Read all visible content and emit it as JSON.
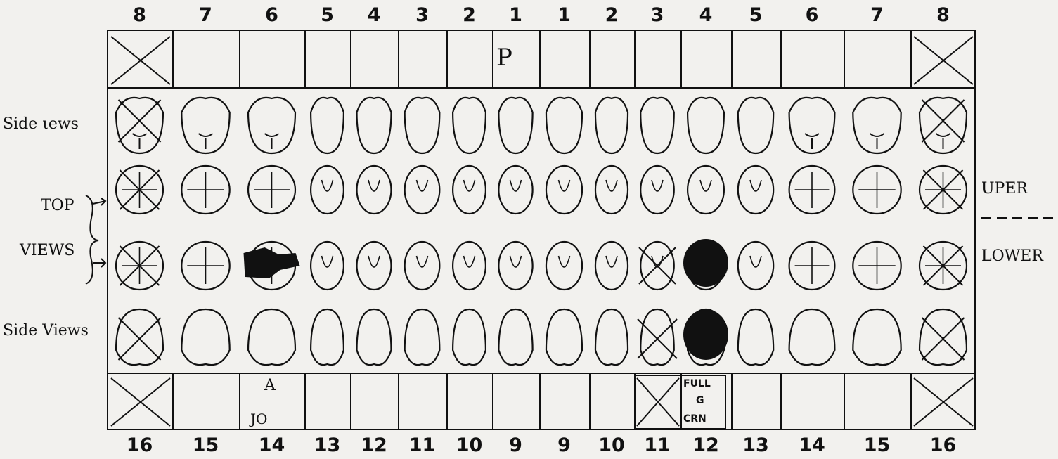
{
  "top_numbers": [
    "8",
    "7",
    "6",
    "5",
    "4",
    "3",
    "2",
    "1",
    "1",
    "2",
    "3",
    "4",
    "5",
    "6",
    "7",
    "8"
  ],
  "bottom_numbers": [
    "16",
    "15",
    "14",
    "13",
    "12",
    "11",
    "10",
    "9",
    "9",
    "10",
    "11",
    "12",
    "13",
    "14",
    "15",
    "16"
  ],
  "labels": {
    "side_views_upper": "Side ιews",
    "top": "TOP",
    "views": "VIEWS",
    "side_views_lower": "Side Views",
    "uper": "UPER",
    "lower": "LOWER"
  },
  "box_marks": {
    "top_1_left": "P",
    "bottom_14_a": "A",
    "bottom_14_b": "JO",
    "bottom_12_full": "FULL",
    "bottom_12_g": "G",
    "bottom_12_crn": "CRN"
  }
}
